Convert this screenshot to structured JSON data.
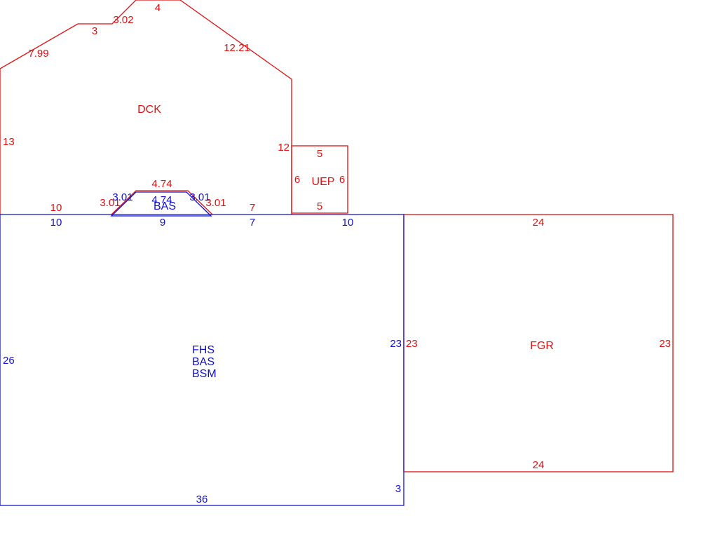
{
  "colors": {
    "red": "#dd1111",
    "blue": "#1111cc",
    "background": "#ffffff"
  },
  "areas": {
    "dck": {
      "code": "DCK"
    },
    "uep": {
      "code": "UEP"
    },
    "fgr": {
      "code": "FGR"
    },
    "bay": {
      "code": "BAS"
    },
    "main": {
      "codes": [
        "FHS",
        "BAS",
        "BSM"
      ]
    }
  },
  "dimensions": {
    "dck": {
      "top": "4",
      "top_left_step": "3.02",
      "upper_left": "3",
      "left_slope": "7.99",
      "right_slope": "12.21",
      "left": "13",
      "right": "12",
      "bottom_left": "10",
      "bottom_mid": "7",
      "bay_left": "3.01",
      "bay_top": "4.74",
      "bay_right": "3.01"
    },
    "uep": {
      "top": "5",
      "bottom": "5",
      "left": "6",
      "right": "6"
    },
    "bay": {
      "left": "3.01",
      "top": "4.74",
      "right": "3.01",
      "bottom": "9"
    },
    "main": {
      "top_left": "10",
      "top_mid": "7",
      "top_right": "10",
      "left": "26",
      "right": "23",
      "bottom": "36",
      "step": "3"
    },
    "fgr": {
      "top": "24",
      "bottom": "24",
      "left": "23",
      "right": "23"
    }
  }
}
